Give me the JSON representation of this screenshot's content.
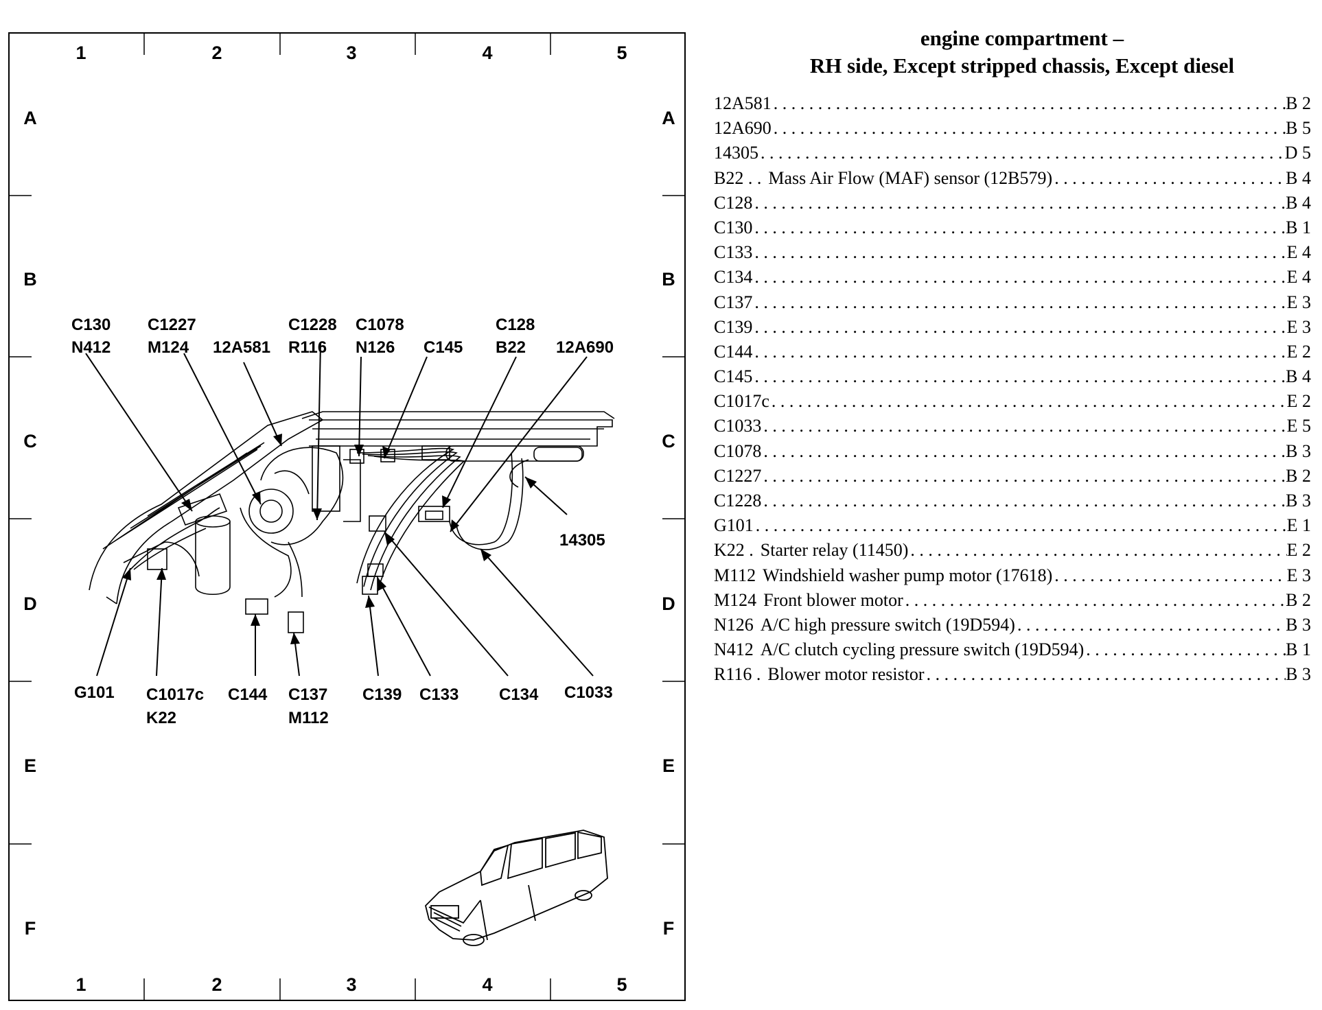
{
  "grid": {
    "columns": [
      "1",
      "2",
      "3",
      "4",
      "5"
    ],
    "rows": [
      "A",
      "B",
      "C",
      "D",
      "E",
      "F"
    ]
  },
  "title": {
    "line1": "engine compartment –",
    "line2": "RH side, Except stripped chassis, Except diesel"
  },
  "callouts": {
    "c130": "C130",
    "n412": "N412",
    "c1227": "C1227",
    "m124": "M124",
    "a581": "12A581",
    "c1228": "C1228",
    "r116": "R116",
    "c1078": "C1078",
    "n126": "N126",
    "c145": "C145",
    "c128": "C128",
    "b22": "B22",
    "a690": "12A690",
    "c14305": "14305",
    "g101": "G101",
    "c1017c": "C1017c",
    "k22": "K22",
    "c144": "C144",
    "c137": "C137",
    "m112": "M112",
    "c139": "C139",
    "c133": "C133",
    "c134": "C134",
    "c1033": "C1033"
  },
  "legend": [
    {
      "code": "12A581",
      "desc": "",
      "loc": "B 2"
    },
    {
      "code": "12A690",
      "desc": "",
      "loc": "B 5"
    },
    {
      "code": "14305",
      "desc": "",
      "loc": "D 5"
    },
    {
      "code": "B22 . .",
      "desc": "Mass Air Flow (MAF) sensor (12B579)",
      "loc": "B 4"
    },
    {
      "code": "C128",
      "desc": "",
      "loc": "B 4"
    },
    {
      "code": "C130",
      "desc": "",
      "loc": "B 1"
    },
    {
      "code": "C133",
      "desc": "",
      "loc": "E 4"
    },
    {
      "code": "C134",
      "desc": "",
      "loc": "E 4"
    },
    {
      "code": "C137",
      "desc": "",
      "loc": "E 3"
    },
    {
      "code": "C139",
      "desc": "",
      "loc": "E 3"
    },
    {
      "code": "C144",
      "desc": "",
      "loc": "E 2"
    },
    {
      "code": "C145",
      "desc": "",
      "loc": "B 4"
    },
    {
      "code": "C1017c",
      "desc": "",
      "loc": "E 2"
    },
    {
      "code": "C1033",
      "desc": "",
      "loc": "E 5"
    },
    {
      "code": "C1078",
      "desc": "",
      "loc": "B 3"
    },
    {
      "code": "C1227",
      "desc": "",
      "loc": "B 2"
    },
    {
      "code": "C1228",
      "desc": "",
      "loc": "B 3"
    },
    {
      "code": "G101",
      "desc": "",
      "loc": "E 1"
    },
    {
      "code": "K22 .",
      "desc": "Starter relay (11450)",
      "loc": "E 2"
    },
    {
      "code": "M112",
      "desc": "Windshield washer pump motor (17618)",
      "loc": "E 3"
    },
    {
      "code": "M124",
      "desc": "Front blower motor",
      "loc": "B 2"
    },
    {
      "code": "N126",
      "desc": "A/C high pressure switch (19D594)",
      "loc": "B 3"
    },
    {
      "code": "N412",
      "desc": "A/C clutch cycling pressure switch (19D594)",
      "loc": "B 1"
    },
    {
      "code": "R116 .",
      "desc": "Blower motor resistor",
      "loc": "B 3"
    }
  ]
}
